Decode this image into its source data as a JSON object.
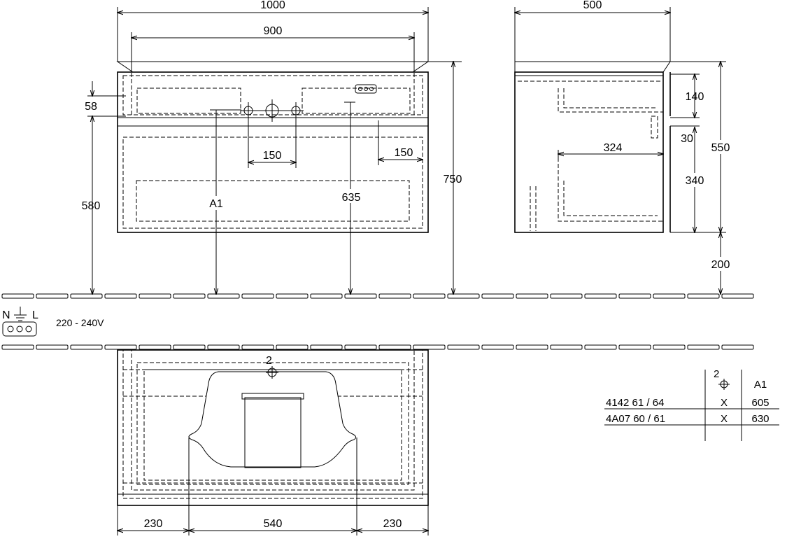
{
  "dimensions": {
    "front_width": "1000",
    "front_inner_width": "900",
    "side_depth": "500",
    "top_offset": "58",
    "bottom_height": "580",
    "overall_height": "750",
    "tap_spacing": "150",
    "right_offset": "150",
    "label_a1": "A1",
    "dim_635": "635",
    "side_140": "140",
    "side_30": "30",
    "side_324": "324",
    "side_340": "340",
    "side_550": "550",
    "side_200": "200",
    "bottom_left": "230",
    "bottom_center": "540",
    "bottom_right": "230",
    "hole_label": "2"
  },
  "power": {
    "neutral": "N",
    "live": "L",
    "voltage": "220 - 240V"
  },
  "table": {
    "header_symbol_label": "2",
    "header_a1": "A1",
    "rows": [
      {
        "code": "4142 61 / 64",
        "mark": "X",
        "value": "605"
      },
      {
        "code": "4A07 60 / 61",
        "mark": "X",
        "value": "630"
      }
    ]
  }
}
